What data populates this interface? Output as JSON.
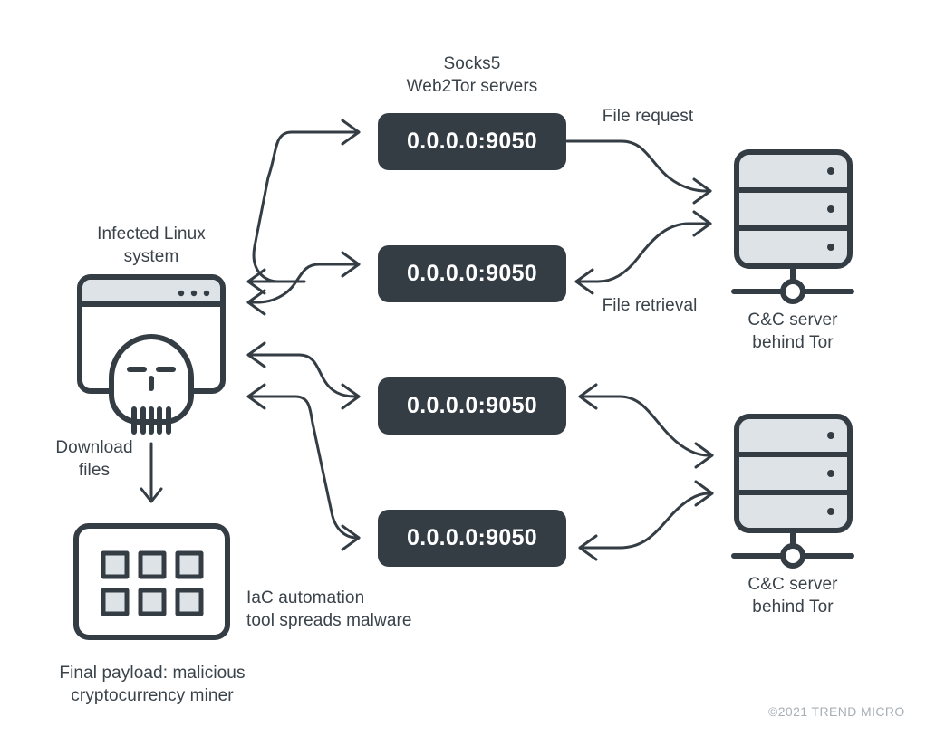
{
  "diagram": {
    "title_text": "Socks5 Web2Tor servers",
    "background_color": "#ffffff",
    "ink_color": "#343c44",
    "panel_fill_color": "#dde3e7",
    "text_color": "#3a424a"
  },
  "labels": {
    "socks5_servers": "Socks5\nWeb2Tor servers",
    "infected_system": "Infected Linux\nsystem",
    "file_request": "File request",
    "file_retrieval": "File retrieval",
    "cc_server_top": "C&C server\nbehind Tor",
    "cc_server_bottom": "C&C server\nbehind Tor",
    "download_files": "Download\nfiles",
    "iac_automation": "IaC automation\ntool spreads malware",
    "final_payload": "Final payload: malicious\ncryptocurrency miner",
    "copyright": "©2021 TREND MICRO"
  },
  "proxy_nodes": [
    {
      "address": "0.0.0.0:9050"
    },
    {
      "address": "0.0.0.0:9050"
    },
    {
      "address": "0.0.0.0:9050"
    },
    {
      "address": "0.0.0.0:9050"
    }
  ],
  "icons": {
    "infected_host": "skull-browser-window-icon",
    "payload": "grid-squares-icon",
    "server_top": "server-rack-icon",
    "server_bottom": "server-rack-icon"
  }
}
